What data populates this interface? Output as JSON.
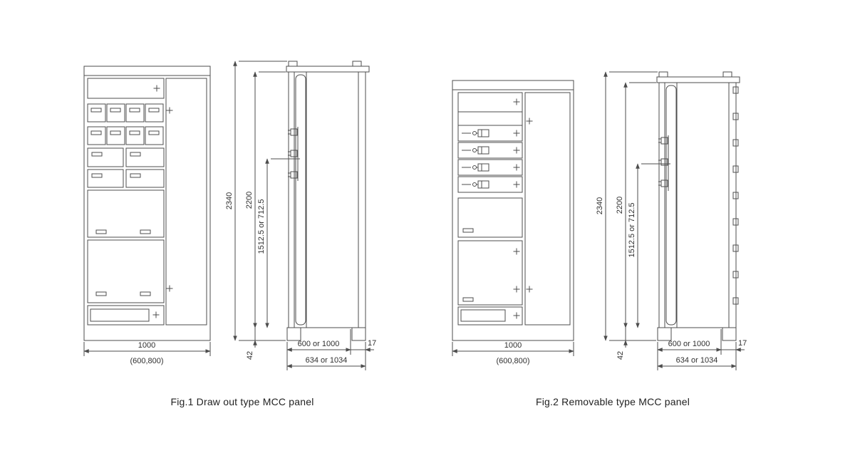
{
  "colors": {
    "line": "#4d4d4d",
    "text": "#2f2f2f",
    "background": "#ffffff"
  },
  "figures": [
    {
      "caption": "Fig.1 Draw out type MCC panel",
      "dims": {
        "overall_height": "2340",
        "body_height": "2200",
        "unit_height": "1512.5 or 712.5",
        "base_height": "42",
        "front_width": "1000",
        "front_width_options": "(600,800)",
        "depth": "600 or 1000",
        "overall_depth": "634 or 1034",
        "panel_thickness": "17"
      }
    },
    {
      "caption": "Fig.2 Removable type MCC panel",
      "dims": {
        "overall_height": "2340",
        "body_height": "2200",
        "unit_height": "1512.5 or 712.5",
        "base_height": "42",
        "front_width": "1000",
        "front_width_options": "(600,800)",
        "depth": "600 or 1000",
        "overall_depth": "634 or 1034",
        "panel_thickness": "17"
      }
    }
  ]
}
